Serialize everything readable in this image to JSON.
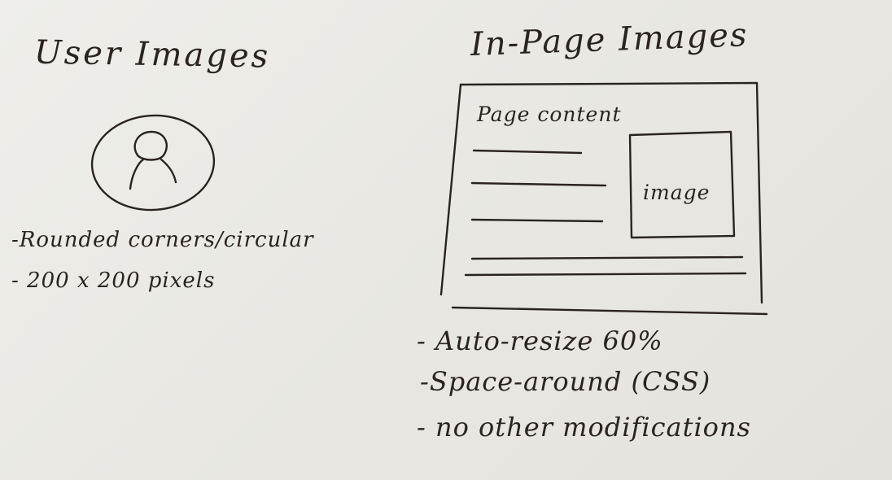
{
  "user_images": {
    "title": "User Images",
    "notes": [
      "-Rounded corners/circular",
      "- 200 x 200 pixels"
    ],
    "icon": "user-avatar-icon"
  },
  "in_page_images": {
    "title": "In-Page Images",
    "page_content_label": "Page content",
    "image_label": "image",
    "notes": [
      "- Auto-resize 60%",
      "-Space-around (CSS)",
      "- no other modifications"
    ]
  },
  "colors": {
    "paper": "#e9e8e3",
    "ink": "#2b2320"
  }
}
